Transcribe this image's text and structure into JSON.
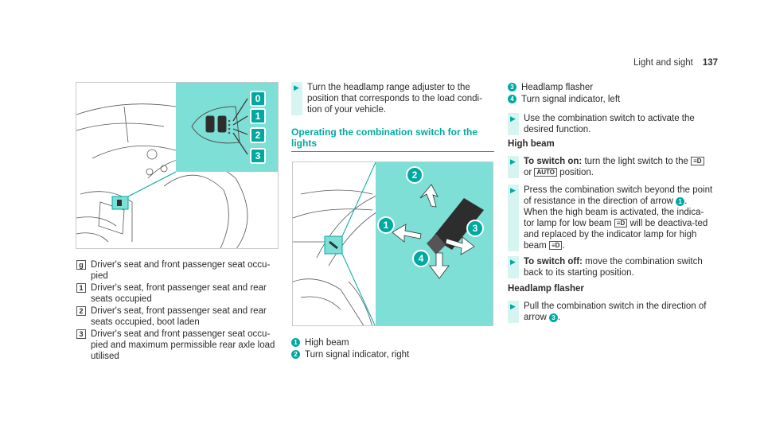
{
  "header": {
    "section": "Light and sight",
    "page": "137"
  },
  "figure1": {
    "callouts": [
      "0",
      "1",
      "2",
      "3"
    ],
    "colors": {
      "panel": "#7ddfd5",
      "badge": "#00a9a0",
      "line": "#555555"
    }
  },
  "captions": [
    {
      "key": "g",
      "text": "Driver's seat and front passenger seat occu-pied"
    },
    {
      "key": "1",
      "text": "Driver's seat, front passenger seat and rear seats occupied"
    },
    {
      "key": "2",
      "text": "Driver's seat, front passenger seat and rear seats occupied, boot laden"
    },
    {
      "key": "3",
      "text": "Driver's seat and front passenger seat occu-pied and maximum permissible rear axle load utilised"
    }
  ],
  "col2": {
    "step1": "Turn the headlamp range adjuster to the position that corresponds to the load condi-tion of your vehicle.",
    "section_title": "Operating the combination switch for the lights",
    "figure2_callouts": [
      "1",
      "2",
      "3",
      "4"
    ],
    "refs": [
      {
        "num": "1",
        "text": "High beam"
      },
      {
        "num": "2",
        "text": "Turn signal indicator, right"
      }
    ]
  },
  "col3": {
    "refs": [
      {
        "num": "3",
        "text": "Headlamp flasher"
      },
      {
        "num": "4",
        "text": "Turn signal indicator, left"
      }
    ],
    "step_use": "Use the combination switch to activate the desired function.",
    "high_beam_title": "High beam",
    "switch_on_label": "To switch on:",
    "switch_on_text_a": "turn the light switch to the",
    "sym_low": "≡D",
    "or": "or",
    "sym_auto": "AUTO",
    "switch_on_text_b": "position.",
    "press_text_a": "Press the combination switch beyond the point of resistance in the direction of arrow",
    "press_ref": "1",
    "press_text_b": "When the high beam is activated, the indica-tor lamp for low beam",
    "press_text_c": "will be deactiva-ted and replaced by the indicator lamp for high beam",
    "sym_high": "≡D",
    "switch_off_label": "To switch off:",
    "switch_off_text": "move the combination switch back to its starting position.",
    "flasher_title": "Headlamp flasher",
    "pull_text": "Pull the combination switch in the direction of arrow",
    "pull_ref": "3"
  }
}
